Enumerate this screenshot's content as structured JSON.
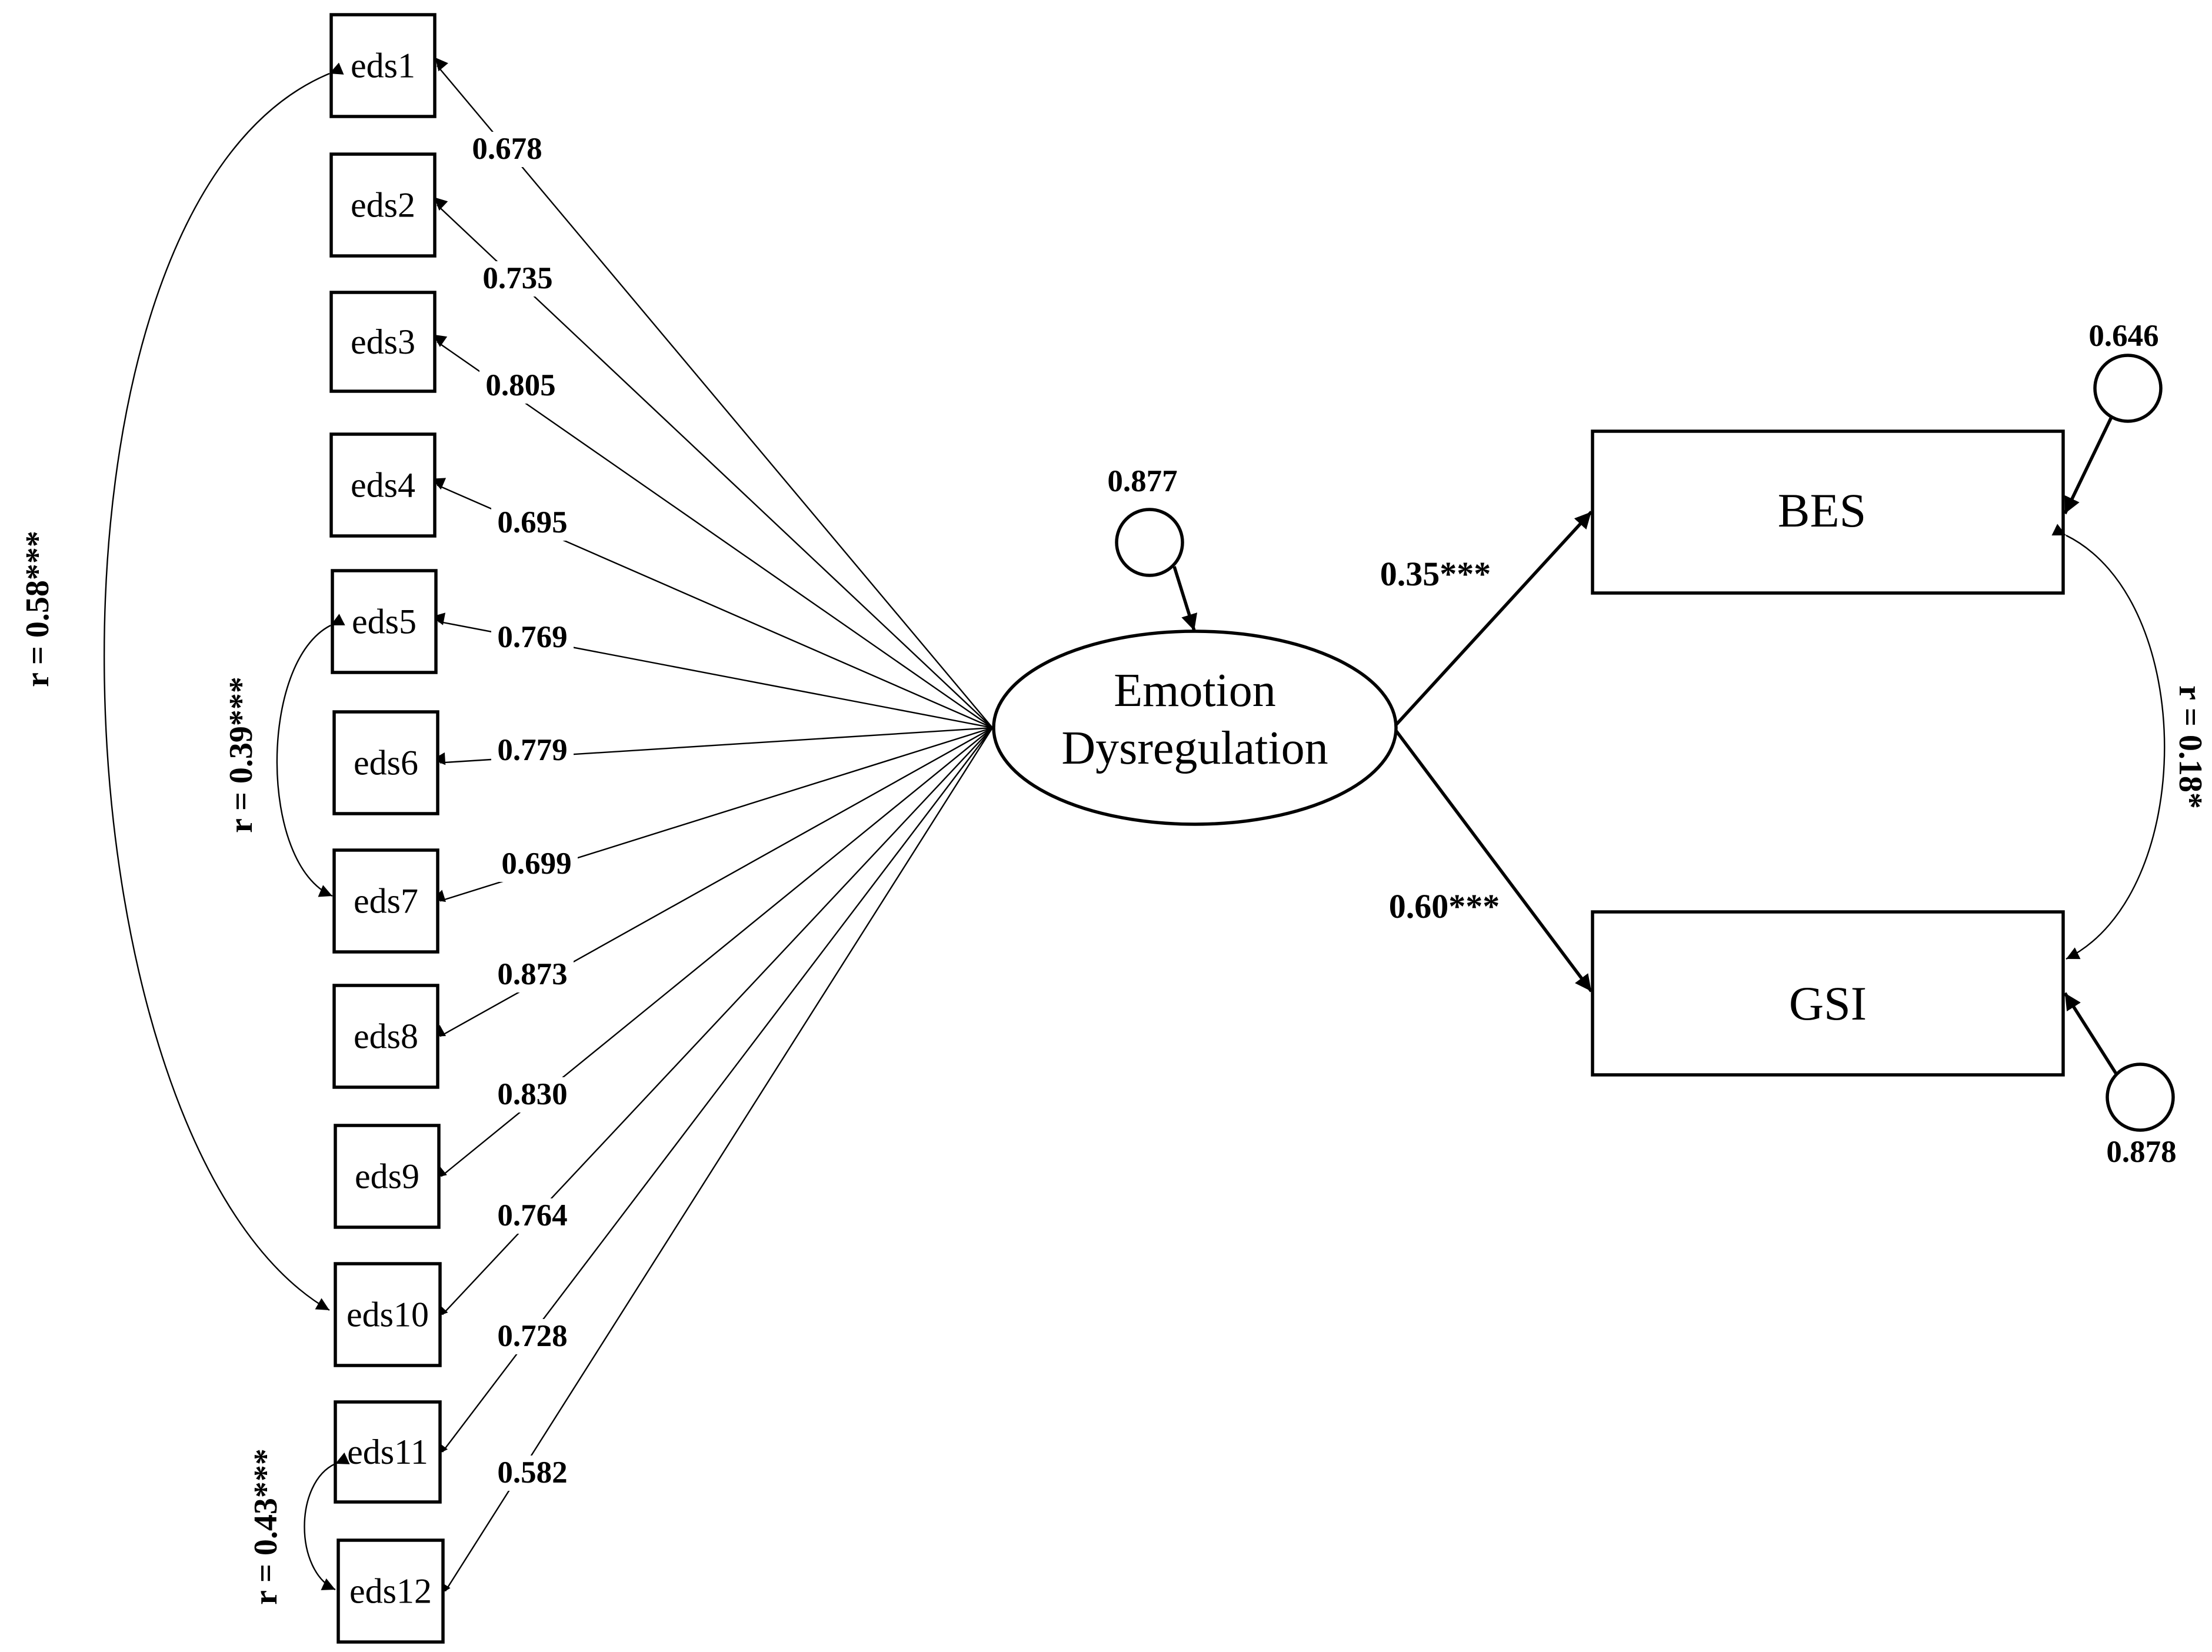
{
  "latent": {
    "line1": "Emotion",
    "line2": "Dysregulation",
    "residual": "0.877"
  },
  "indicators": [
    {
      "name": "eds1",
      "loading": "0.678"
    },
    {
      "name": "eds2",
      "loading": "0.735"
    },
    {
      "name": "eds3",
      "loading": "0.805"
    },
    {
      "name": "eds4",
      "loading": "0.695"
    },
    {
      "name": "eds5",
      "loading": "0.769"
    },
    {
      "name": "eds6",
      "loading": "0.779"
    },
    {
      "name": "eds7",
      "loading": "0.699"
    },
    {
      "name": "eds8",
      "loading": "0.873"
    },
    {
      "name": "eds9",
      "loading": "0.830"
    },
    {
      "name": "eds10",
      "loading": "0.764"
    },
    {
      "name": "eds11",
      "loading": "0.728"
    },
    {
      "name": "eds12",
      "loading": "0.582"
    }
  ],
  "outcomes": {
    "bes": {
      "label": "BES",
      "path": "0.35***",
      "residual": "0.646"
    },
    "gsi": {
      "label": "GSI",
      "path": "0.60***",
      "residual": "0.878"
    }
  },
  "correlations": {
    "eds1_eds10": "r = 0.58***",
    "eds5_eds7": "r = 0.39***",
    "eds11_eds12": "r = 0.43***",
    "bes_gsi": "r = 0.18*"
  }
}
